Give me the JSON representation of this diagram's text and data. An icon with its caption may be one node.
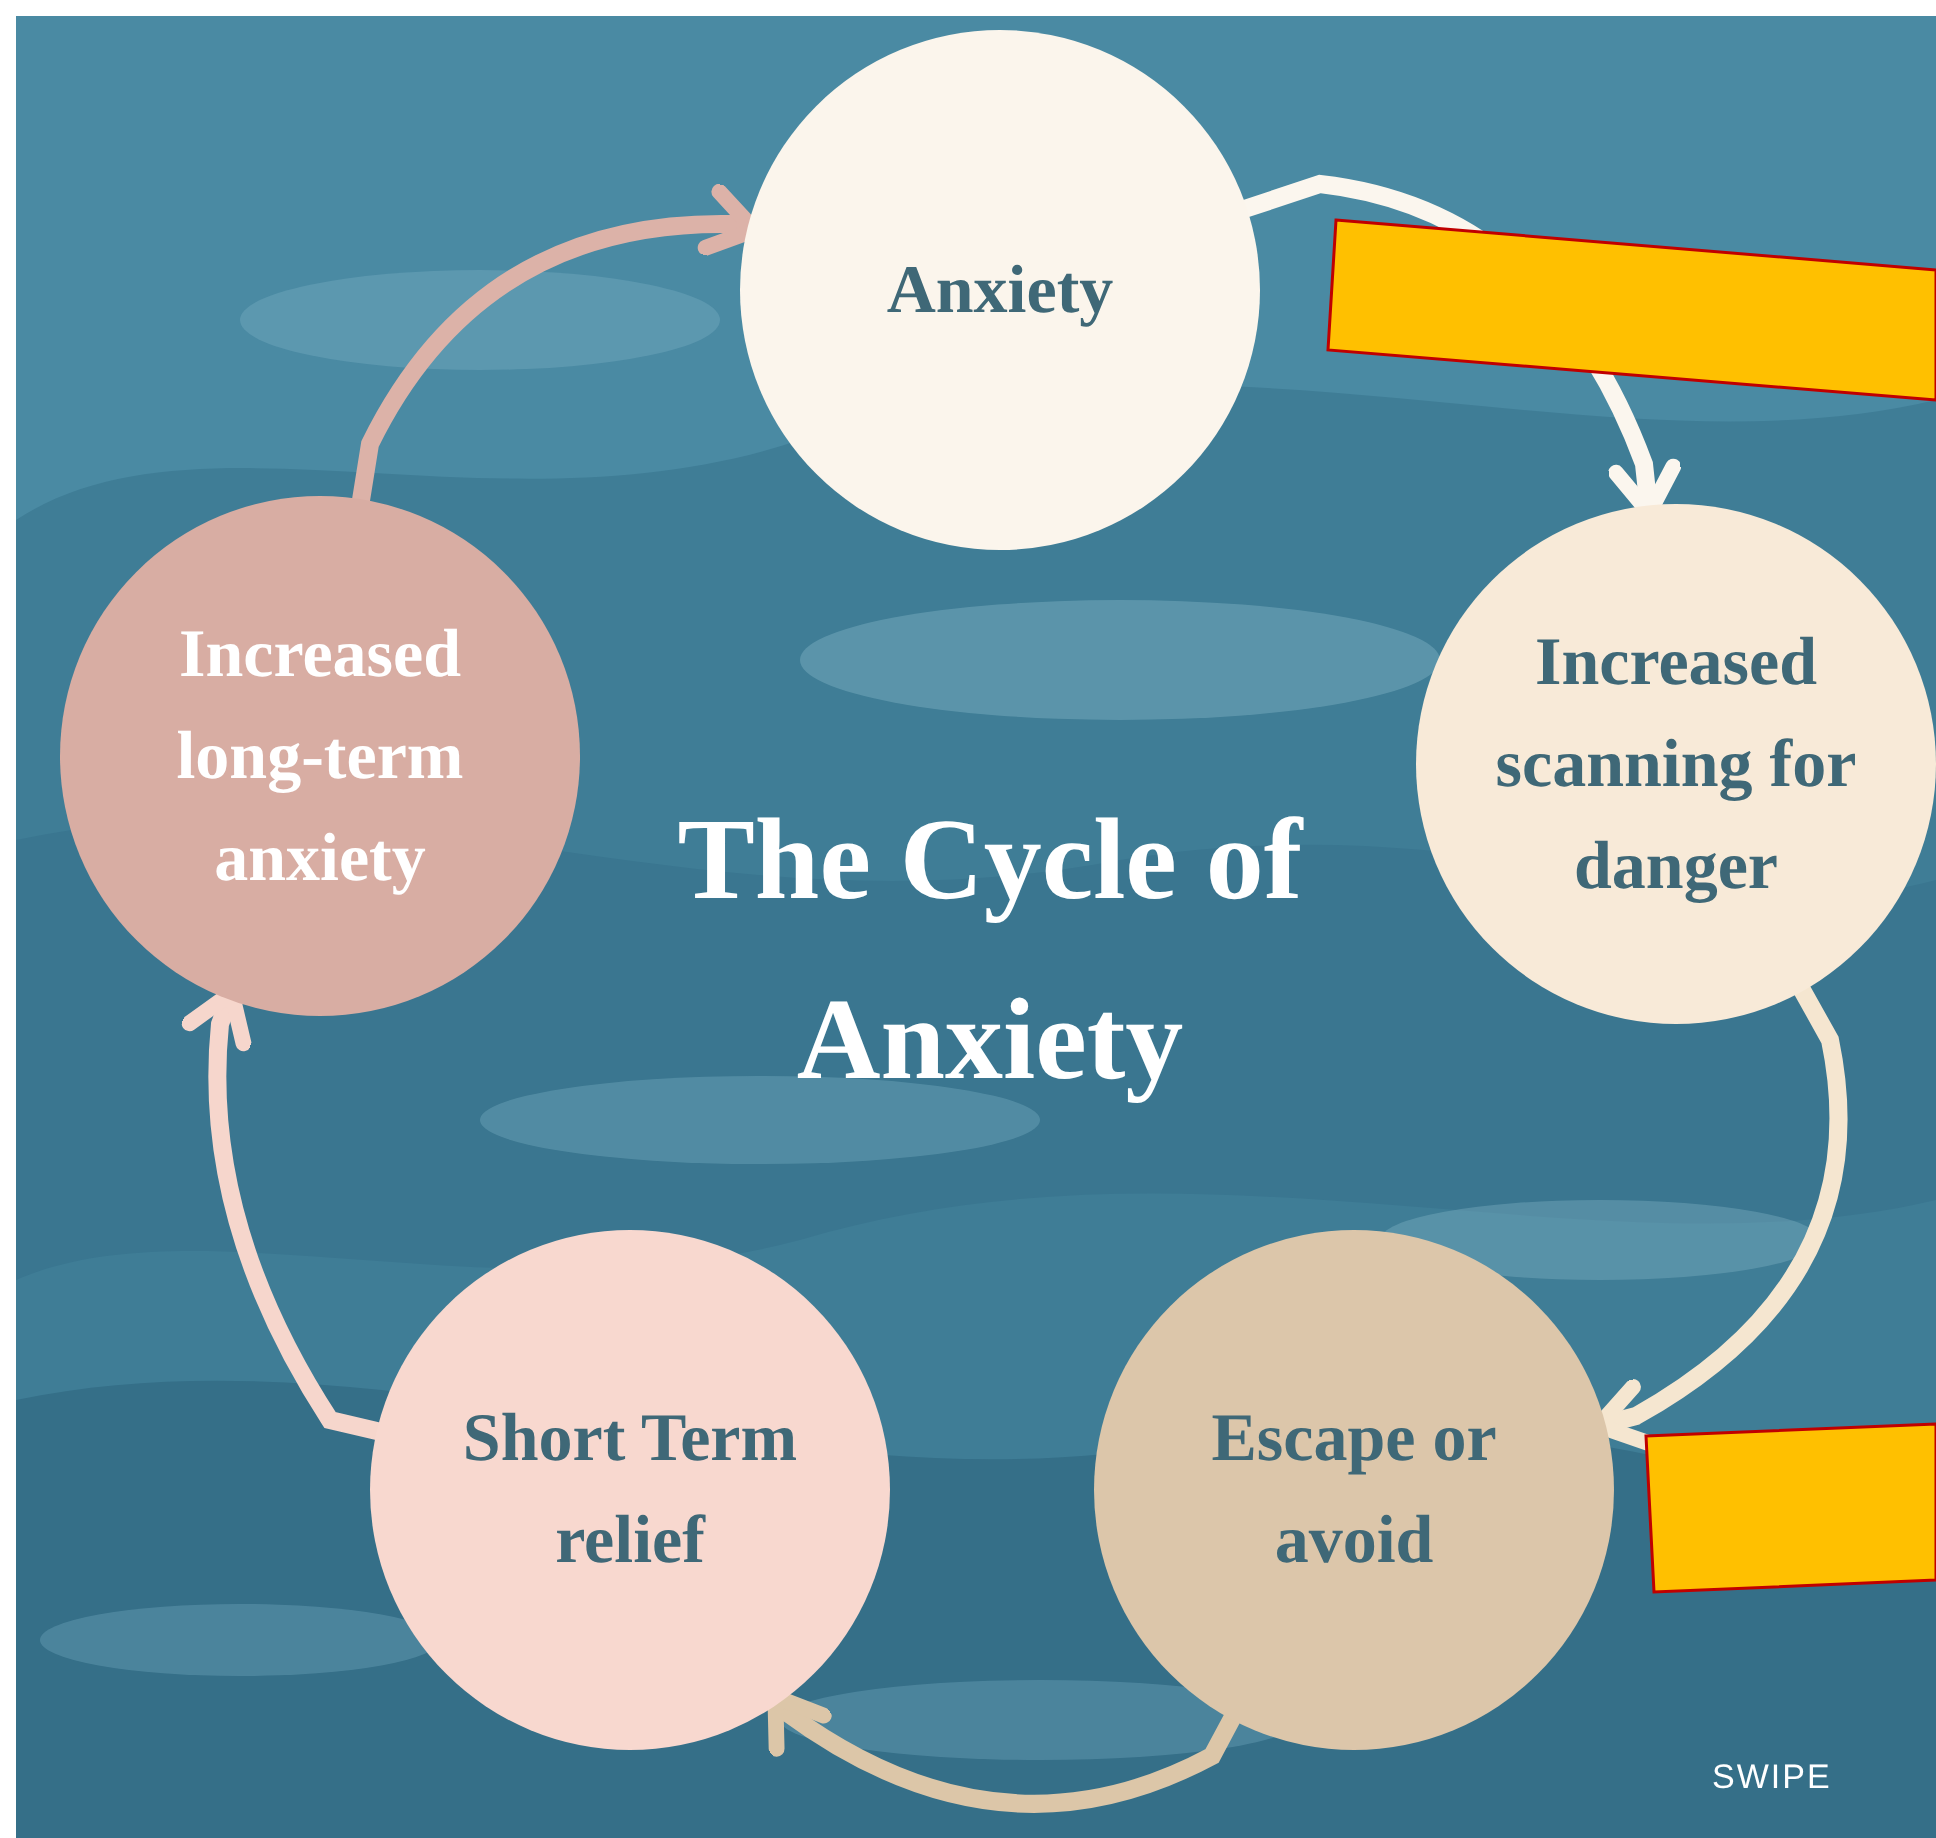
{
  "diagram": {
    "title": "The Cycle of Anxiety",
    "nodes": [
      {
        "text": [
          "Anxiety"
        ]
      },
      {
        "text": [
          "Increased scanning for danger"
        ]
      },
      {
        "text": [
          "Escape or avoid"
        ]
      },
      {
        "text": [
          "Short Term relief"
        ]
      },
      {
        "text": [
          "Increased long-term anxiety"
        ]
      }
    ],
    "edges": [
      {
        "from": 0,
        "to": 1,
        "arrow": "to",
        "color": "#fbf6ee"
      },
      {
        "from": 1,
        "to": 2,
        "arrow": "to",
        "color": "#f5e6d0"
      },
      {
        "from": 2,
        "to": 3,
        "arrow": "to",
        "color": "#dcc6a8"
      },
      {
        "from": 3,
        "to": 4,
        "arrow": "to",
        "color": "#f6d6cc"
      },
      {
        "from": 4,
        "to": 0,
        "arrow": "to",
        "color": "#dcb2a8"
      }
    ],
    "labels": [
      "SWIPE"
    ]
  }
}
